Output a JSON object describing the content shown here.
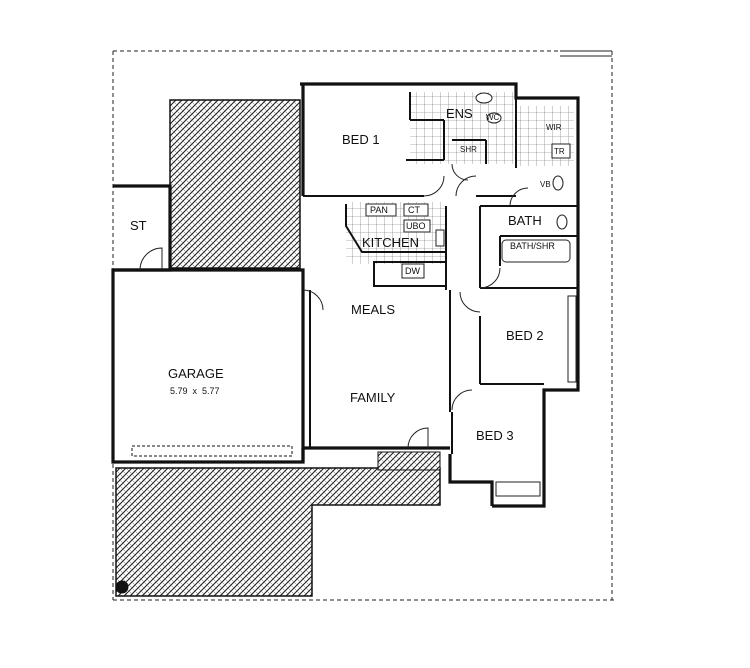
{
  "rooms": {
    "bed1": "BED 1",
    "ens": "ENS",
    "st": "ST",
    "bath": "BATH",
    "bath_shr": "BATH/SHR",
    "kitchen": "KITCHEN",
    "meals": "MEALS",
    "garage": "GARAGE",
    "garage_dims": "5.79  x  5.77",
    "family": "FAMILY",
    "bed2": "BED 2",
    "bed3": "BED 3"
  },
  "fixtures": {
    "pan": "PAN",
    "ct": "CT",
    "ubo": "UBO",
    "dw": "DW",
    "wir": "WIR",
    "tr": "TR",
    "vb": "VB",
    "shr": "SHR",
    "wc": "WC"
  },
  "colors": {
    "ink": "#111111",
    "paper": "#ffffff"
  }
}
